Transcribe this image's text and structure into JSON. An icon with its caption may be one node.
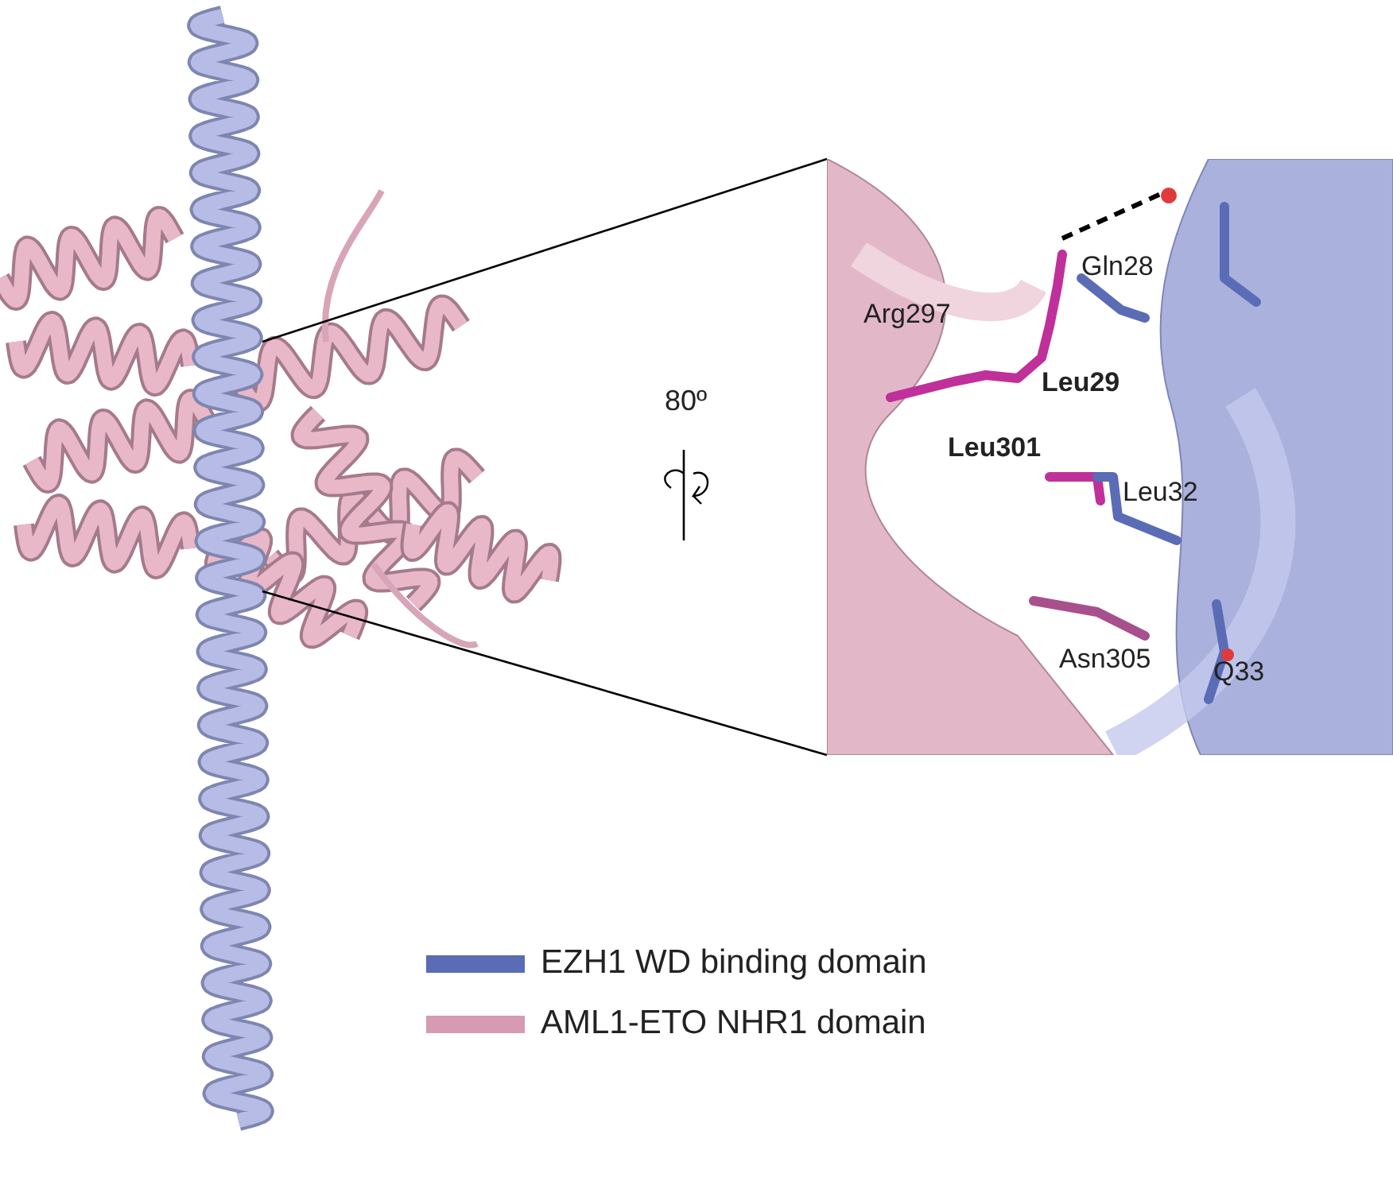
{
  "diagram": {
    "labels": [
      "80º",
      "Gln28",
      "Arg297",
      "Leu29",
      "Leu301",
      "Leu32",
      "Asn305",
      "Q33"
    ],
    "legend": [
      {
        "text": "EZH1 WD binding domain",
        "color": "#5a6cb5"
      },
      {
        "text": "AML1-ETO NHR1 domain",
        "color": "#d69ab2"
      }
    ]
  }
}
